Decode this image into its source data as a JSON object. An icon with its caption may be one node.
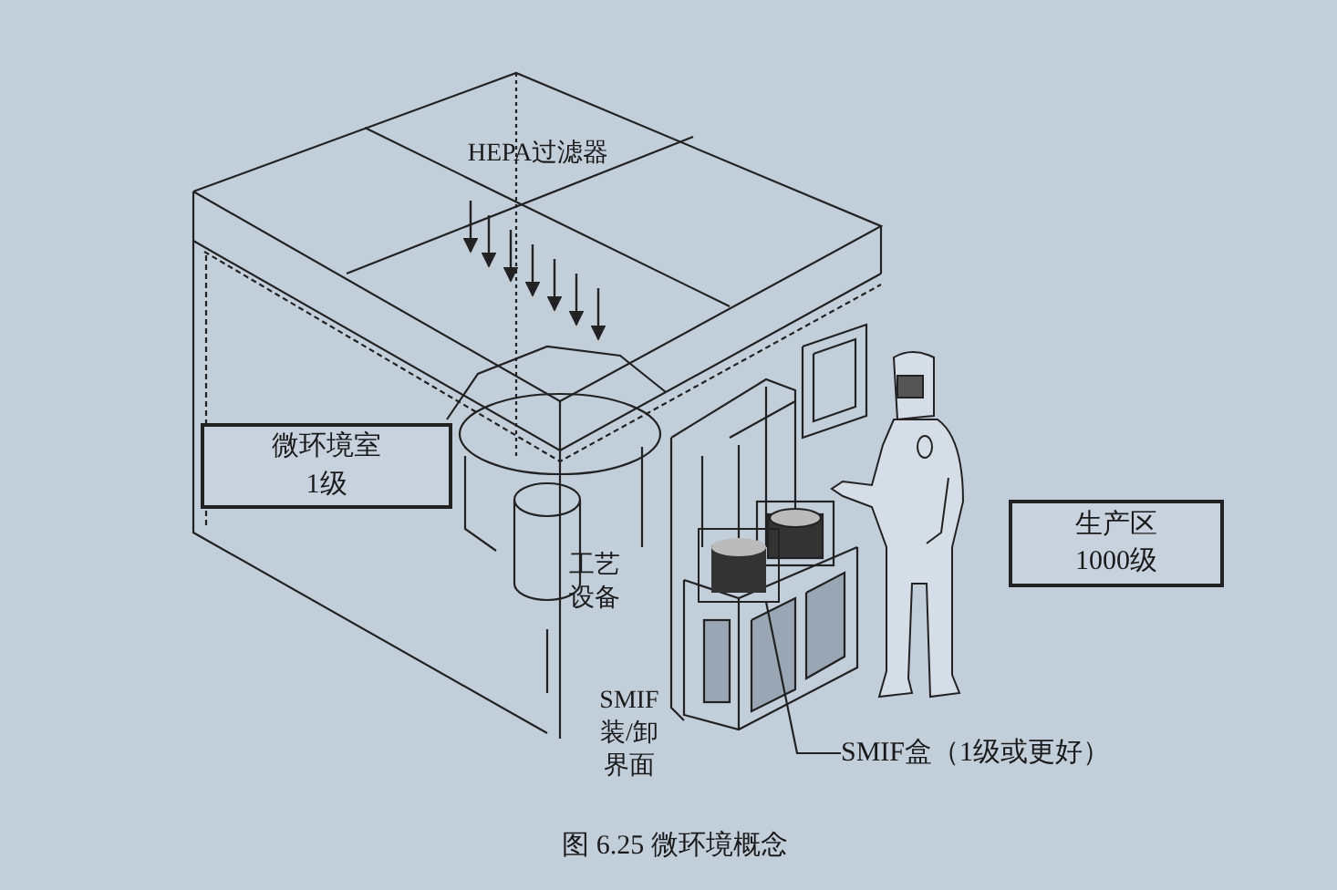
{
  "diagram": {
    "caption": "图 6.25 微环境概念",
    "nodes": [
      {
        "text": [
          "微环境室1级"
        ]
      },
      {
        "text": [
          "生产区1000级"
        ]
      },
      {
        "text": [
          "SMIF盒（1级或更好）"
        ]
      },
      {
        "text": [],
        "shape": "box"
      }
    ],
    "edges": [
      {
        "from": 2,
        "to": 3,
        "arrow": "none"
      }
    ],
    "labels": [
      "HEPA过滤器",
      "工艺设备",
      "SMIF装/卸界面"
    ]
  }
}
